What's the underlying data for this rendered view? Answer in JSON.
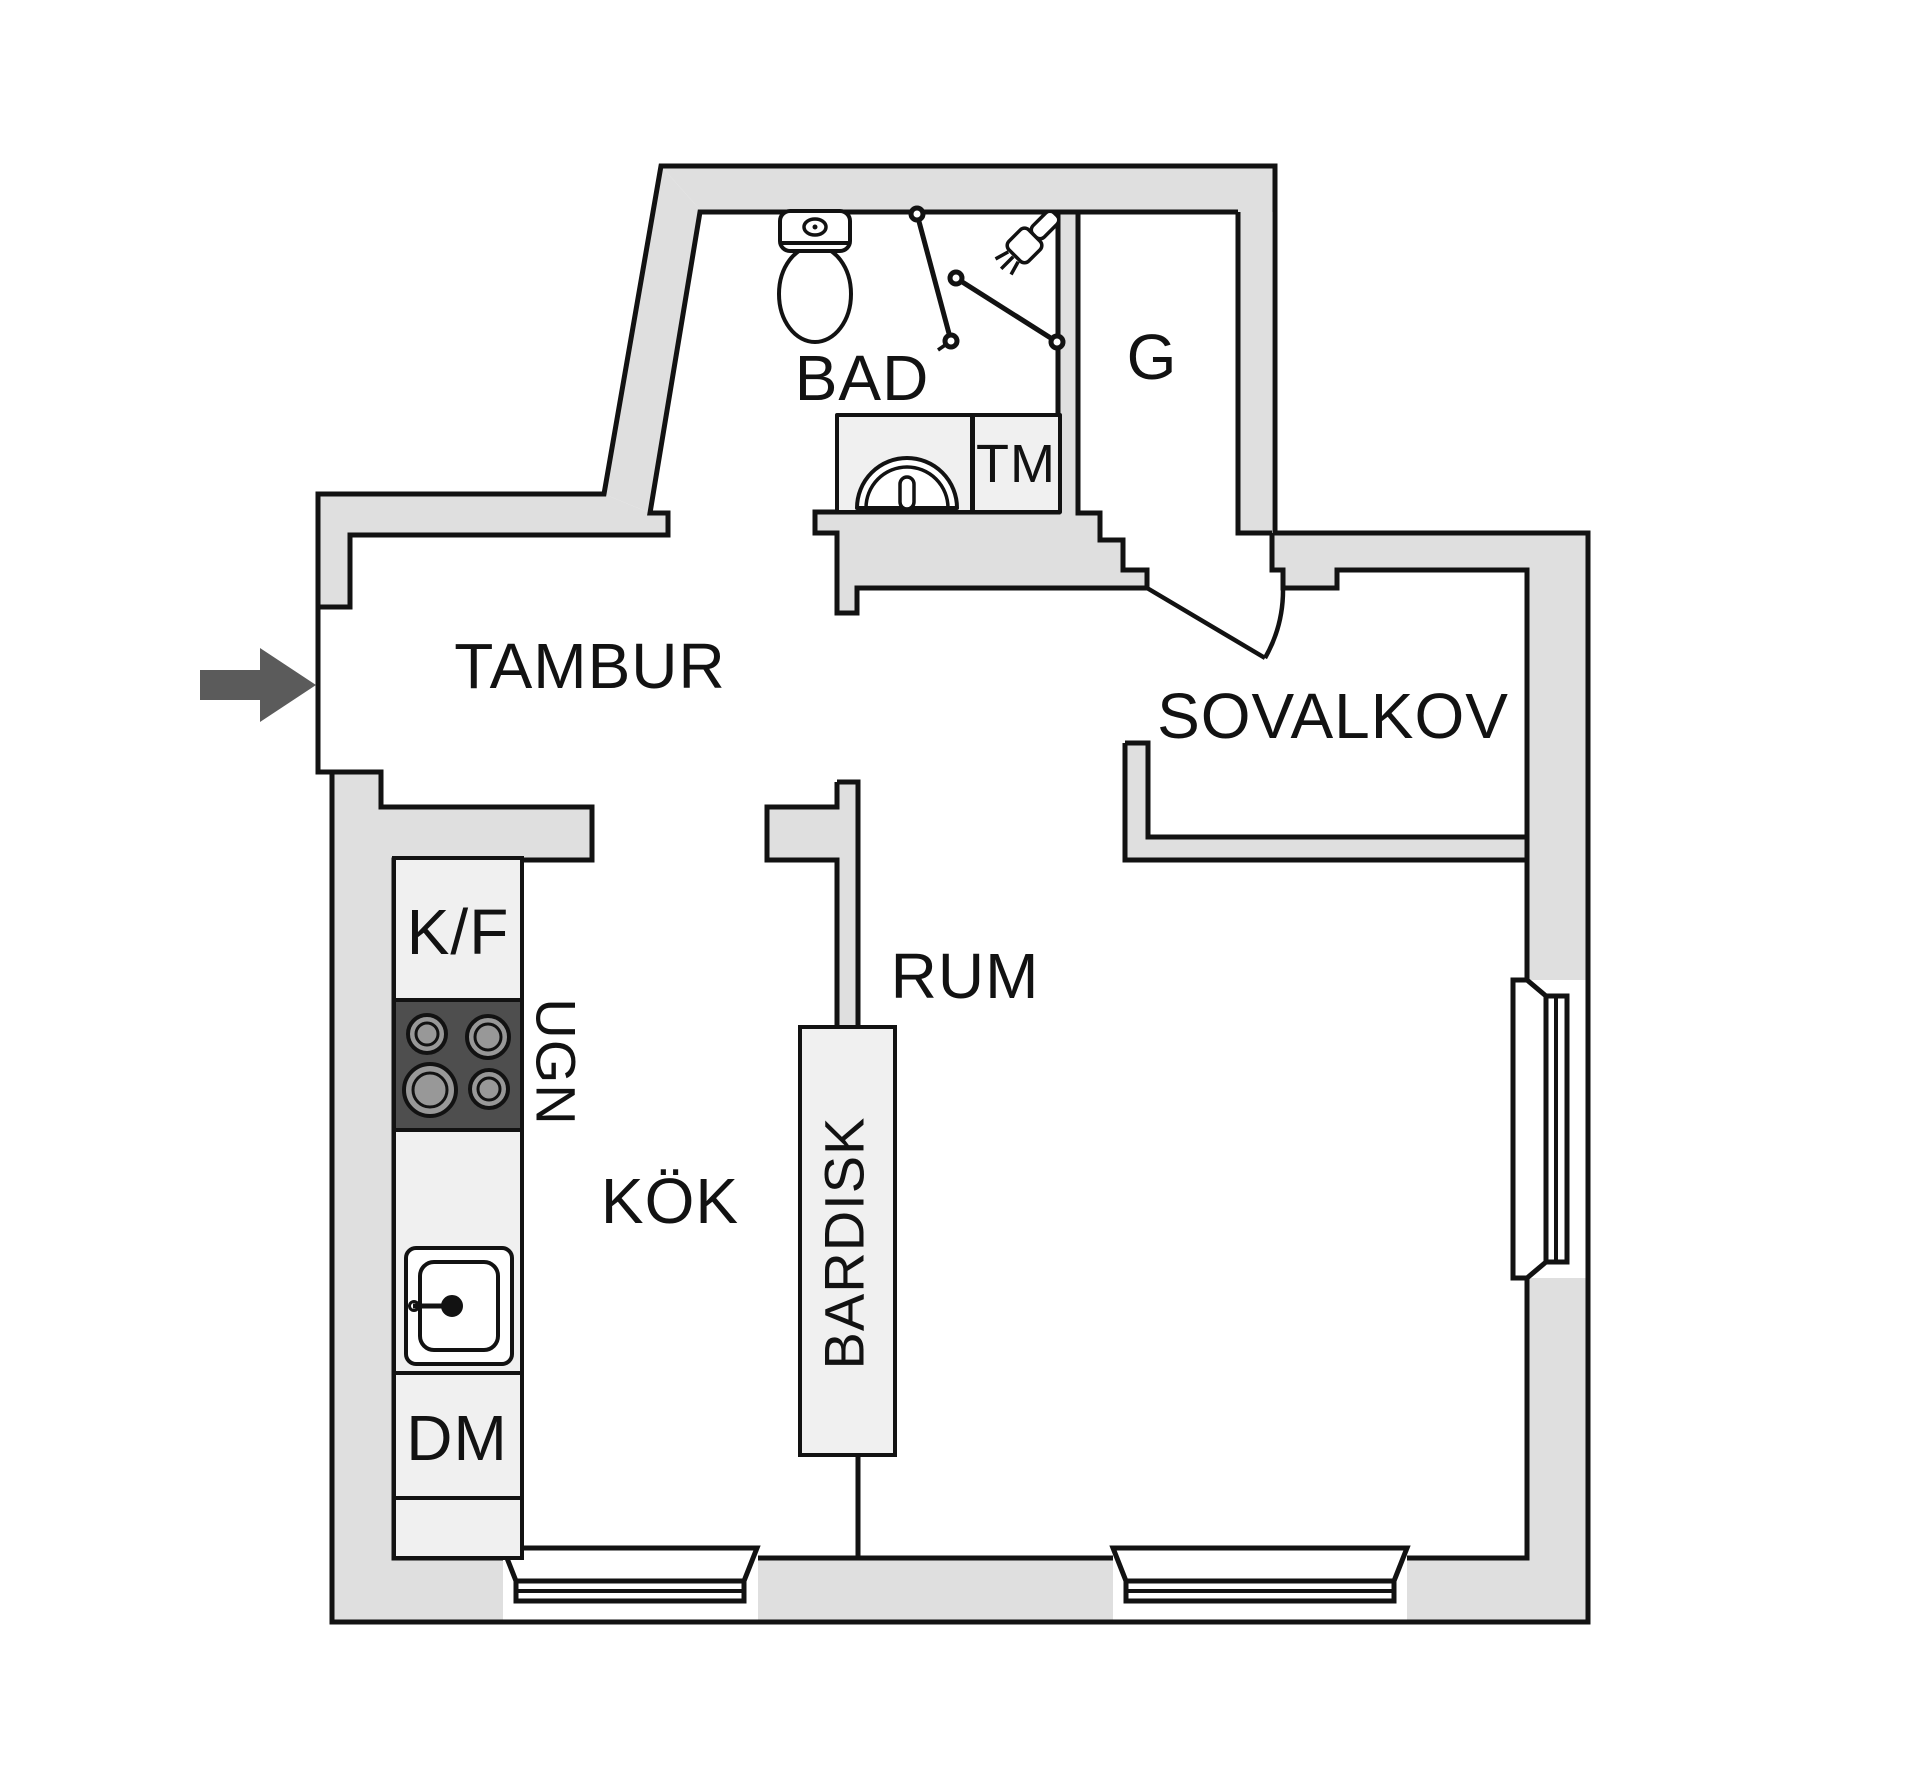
{
  "rooms": {
    "tambur": "TAMBUR",
    "bad": "BAD",
    "closet": "G",
    "sovalkov": "SOVALKOV",
    "kok": "KÖK",
    "rum": "RUM"
  },
  "fixtures": {
    "fridge_freezer": "K/F",
    "oven": "UGN",
    "bar_counter": "BARDISK",
    "dishwasher": "DM",
    "washing_machine": "TM"
  },
  "colors": {
    "background": "#ffffff",
    "wall_fill": "#dfdfdf",
    "line": "#121212",
    "label": "#121212",
    "fixture_fill": "#f0f0f0",
    "stove_fill": "#4e4e4e",
    "burner_fill": "#989898",
    "arrow": "#5b5b5b",
    "window_fill": "#ffffff"
  }
}
